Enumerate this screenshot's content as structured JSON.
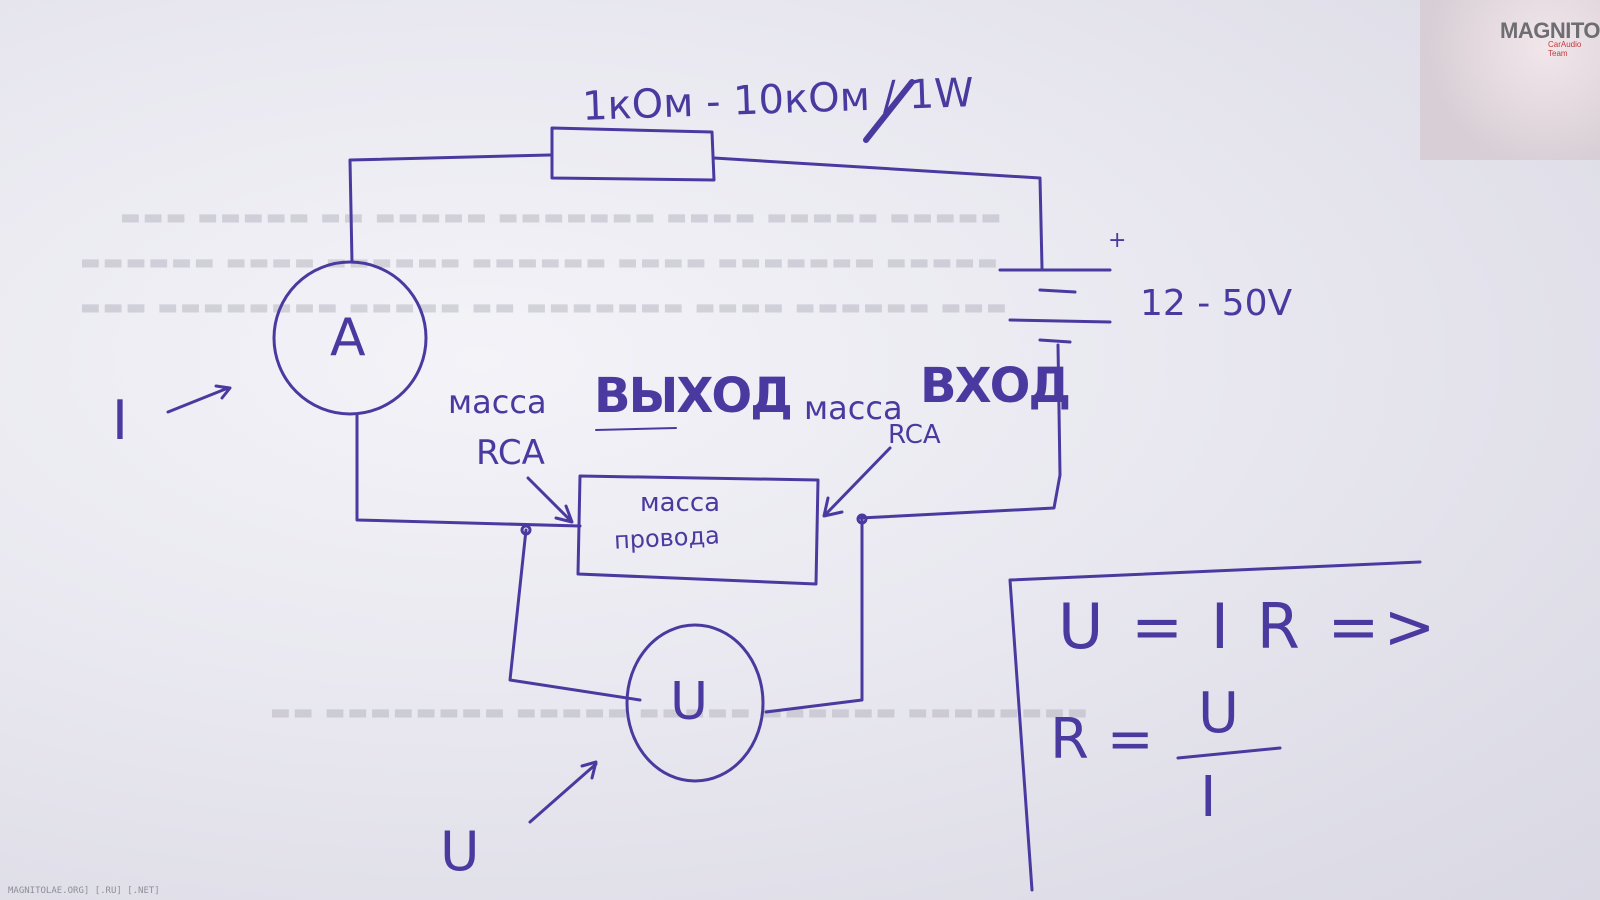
{
  "logo": {
    "name": "MAGNITOLA",
    "sub": "CarAudio Team"
  },
  "watermark": "MAGNITOLAE.ORG] [.RU] [.NET]",
  "labels": {
    "resistor": "1кОм - 10кОм / 1W",
    "battery_plus": "+",
    "battery_voltage": "12 - 50V",
    "ammeter": "A",
    "voltmeter": "U",
    "current_symbol": "I",
    "voltage_symbol": "U",
    "left_mass": "масса",
    "left_rca": "RCA",
    "output": "ВЫХОД",
    "right_mass": "масса",
    "right_rca": "RCA",
    "input": "ВХОД",
    "box_line1": "масса",
    "box_line2": "провода"
  },
  "formula": {
    "line1": "U = I R =>",
    "r_left": "R =",
    "numerator": "U",
    "denominator": "I"
  },
  "colors": {
    "ink": "#4a3aa0",
    "paper": "#ecebf2"
  }
}
